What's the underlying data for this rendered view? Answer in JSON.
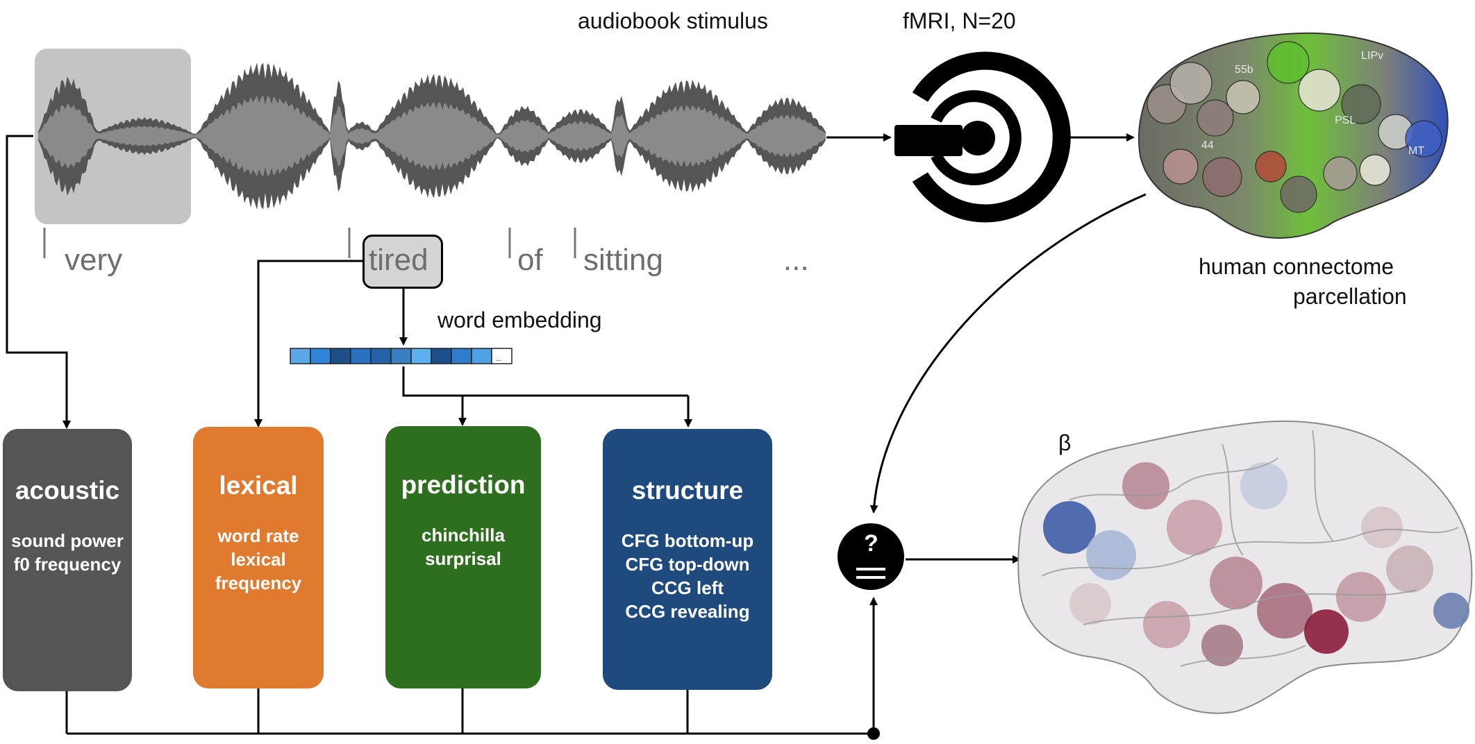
{
  "stimulus": {
    "title": "audiobook stimulus"
  },
  "words": [
    "very",
    "tired",
    "of",
    "sitting",
    "..."
  ],
  "scanner": {
    "title": "fMRI, N=20"
  },
  "parcellation": {
    "caption_line1": "human connectome",
    "caption_line2": "parcellation",
    "region_labels": [
      "55b",
      "LIPv",
      "PSL",
      "44",
      "MT"
    ]
  },
  "embedding": {
    "title": "word embedding",
    "ellipsis": "...",
    "cell_colors": [
      "#5aa7ea",
      "#2f86d8",
      "#1f4f8a",
      "#2b70c0",
      "#2563a8",
      "#3a7fc4",
      "#5db0ee",
      "#1c4e8c",
      "#2f7ccc",
      "#4fa1e6",
      "#ffffff"
    ]
  },
  "features": [
    {
      "title": "acoustic",
      "items": [
        "sound power",
        "f0 frequency"
      ],
      "color": "#555555"
    },
    {
      "title": "lexical",
      "items": [
        "word rate",
        "lexical",
        "frequency"
      ],
      "color": "#e07a2f"
    },
    {
      "title": "prediction",
      "items": [
        "chinchilla",
        "surprisal"
      ],
      "color": "#2e6f1f"
    },
    {
      "title": "structure",
      "items": [
        "CFG bottom-up",
        "CFG top-down",
        "CCG left",
        "CCG revealing"
      ],
      "color": "#1f4a7d"
    }
  ],
  "comparison": {
    "symbol": "?"
  },
  "beta_map": {
    "label": "β"
  }
}
